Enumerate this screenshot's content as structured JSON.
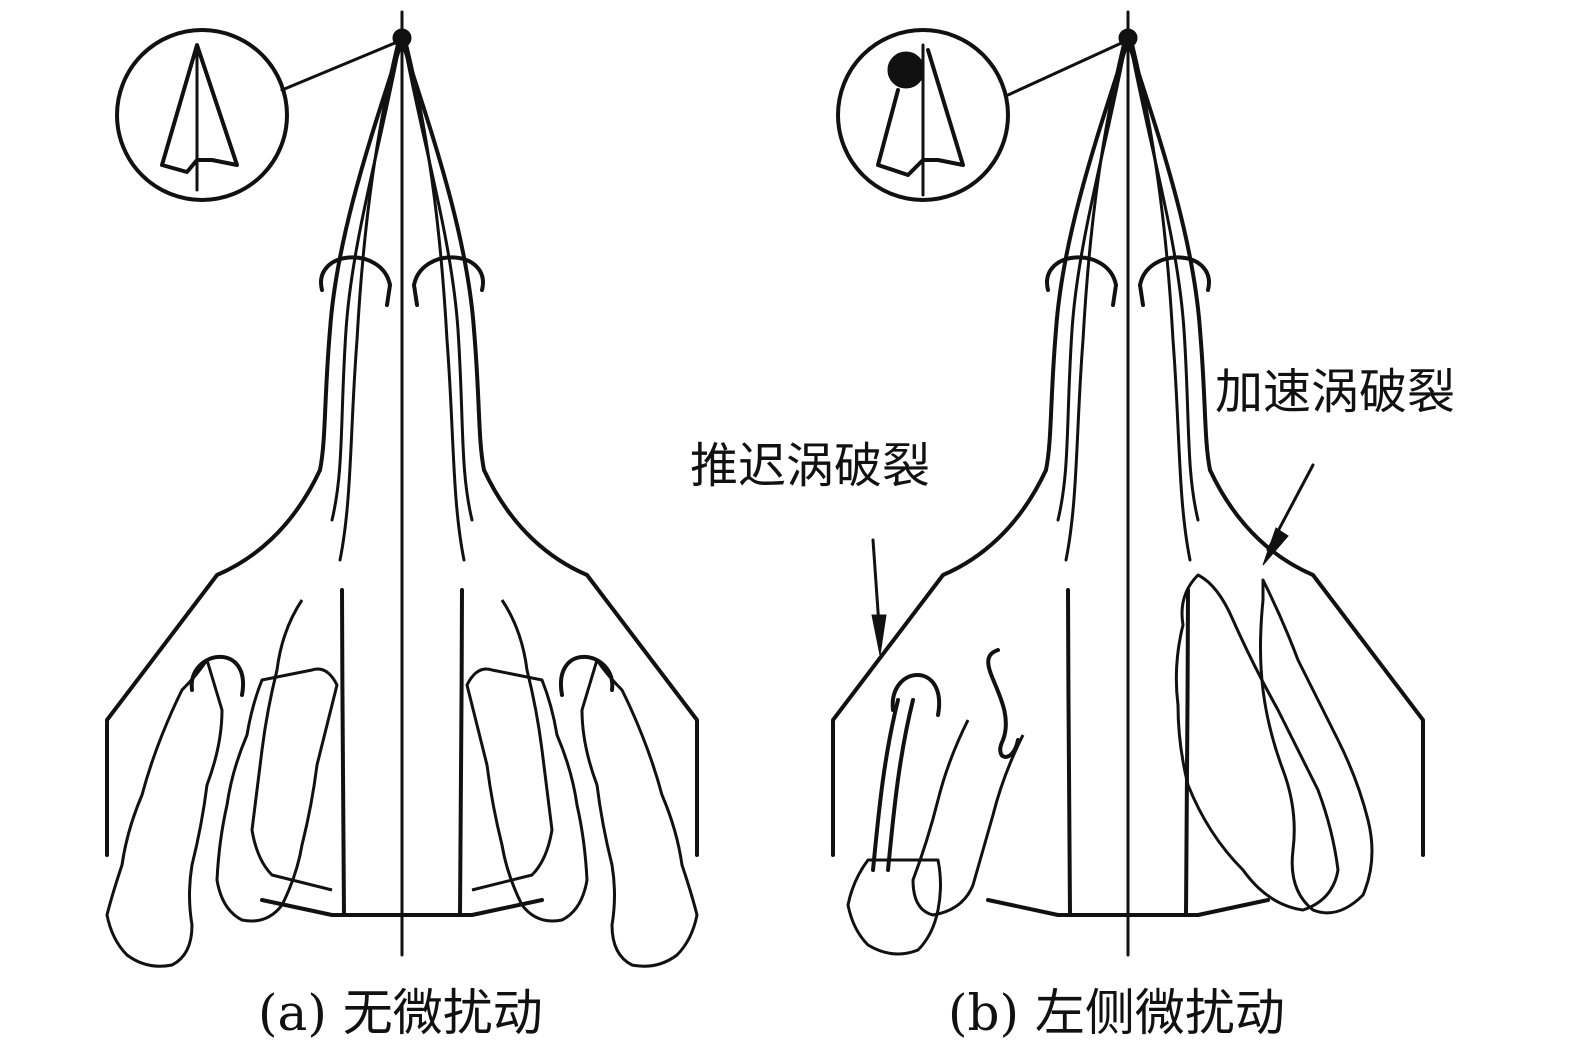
{
  "figure": {
    "panels": [
      {
        "id": "a",
        "caption": "(a) 无微扰动",
        "inset": "apex-no-perturbation",
        "annotations": []
      },
      {
        "id": "b",
        "caption": "(b) 左侧微扰动",
        "inset": "apex-left-perturbation",
        "annotations": [
          {
            "text": "推迟涡破裂",
            "points_to": "left-wing-vortex"
          },
          {
            "text": "加速涡破裂",
            "points_to": "right-wing-vortex"
          }
        ]
      }
    ],
    "colors": {
      "ink": "#111111",
      "background": "#ffffff"
    }
  }
}
